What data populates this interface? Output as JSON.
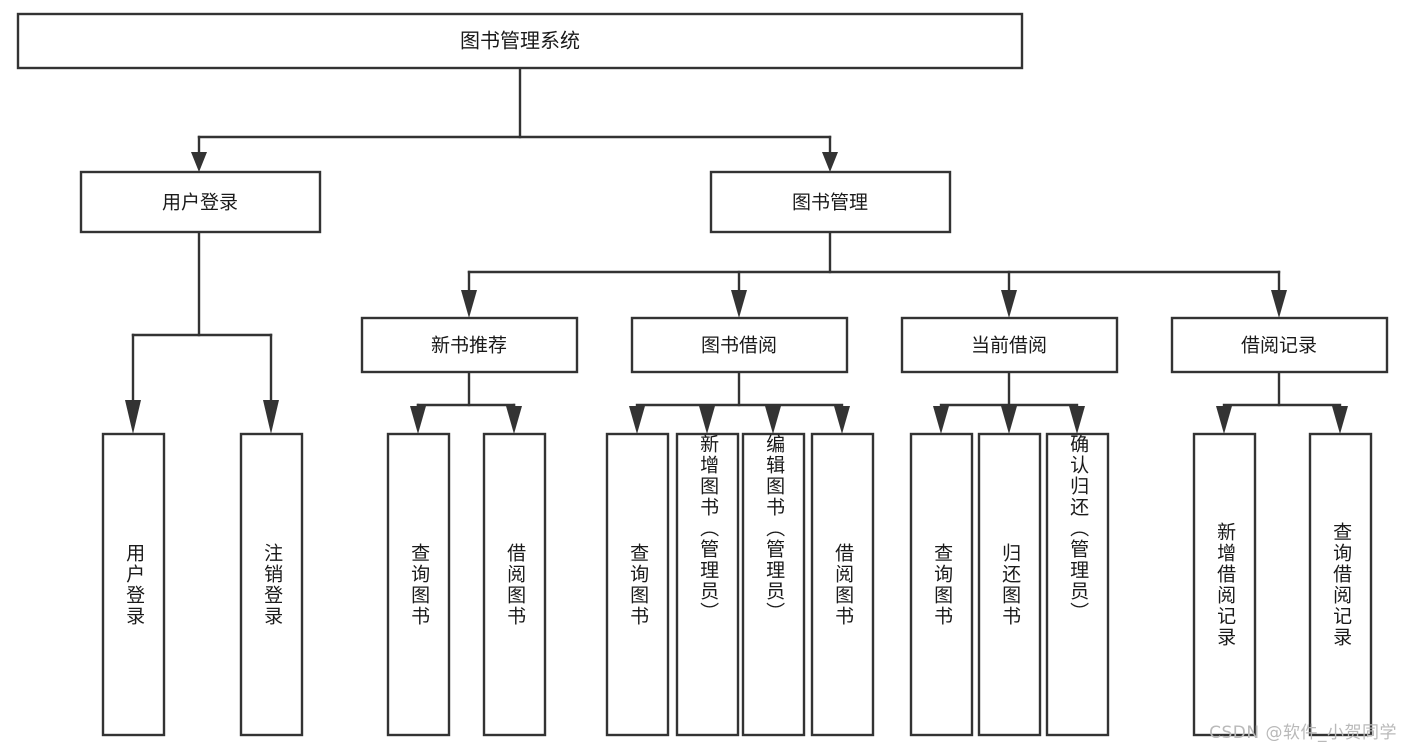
{
  "diagram": {
    "title": "图书管理系统",
    "type": "tree-hierarchy-chart",
    "root": {
      "id": "root",
      "label": "图书管理系统"
    },
    "level2": [
      {
        "id": "user-login",
        "label": "用户登录"
      },
      {
        "id": "book-management",
        "label": "图书管理"
      }
    ],
    "level3": [
      {
        "id": "new-book-recommend",
        "label": "新书推荐",
        "parent": "book-management"
      },
      {
        "id": "book-borrow",
        "label": "图书借阅",
        "parent": "book-management"
      },
      {
        "id": "current-borrow",
        "label": "当前借阅",
        "parent": "book-management"
      },
      {
        "id": "borrow-record",
        "label": "借阅记录",
        "parent": "book-management"
      }
    ],
    "leaves": {
      "user-login": [
        {
          "id": "leaf-user-login",
          "label": "用户登录"
        },
        {
          "id": "leaf-user-logout",
          "label": "注销登录"
        }
      ],
      "new-book-recommend": [
        {
          "id": "leaf-query-book-1",
          "label": "查询图书"
        },
        {
          "id": "leaf-borrow-book-1",
          "label": "借阅图书"
        }
      ],
      "book-borrow": [
        {
          "id": "leaf-query-book-2",
          "label": "查询图书"
        },
        {
          "id": "leaf-add-book",
          "label": "新增图书（管理员）"
        },
        {
          "id": "leaf-edit-book",
          "label": "编辑图书（管理员）"
        },
        {
          "id": "leaf-borrow-book-2",
          "label": "借阅图书"
        }
      ],
      "current-borrow": [
        {
          "id": "leaf-query-book-3",
          "label": "查询图书"
        },
        {
          "id": "leaf-return-book",
          "label": "归还图书"
        },
        {
          "id": "leaf-confirm-return",
          "label": "确认归还（管理员）"
        }
      ],
      "borrow-record": [
        {
          "id": "leaf-add-record",
          "label": "新增借阅记录"
        },
        {
          "id": "leaf-query-record",
          "label": "查询借阅记录"
        }
      ]
    },
    "watermark": "CSDN @软件_小贺同学",
    "colors": {
      "stroke": "#333333",
      "fill": "#ffffff",
      "text": "#1a1a1a",
      "watermark": "#b9b9b9",
      "background": "#ffffff"
    }
  }
}
